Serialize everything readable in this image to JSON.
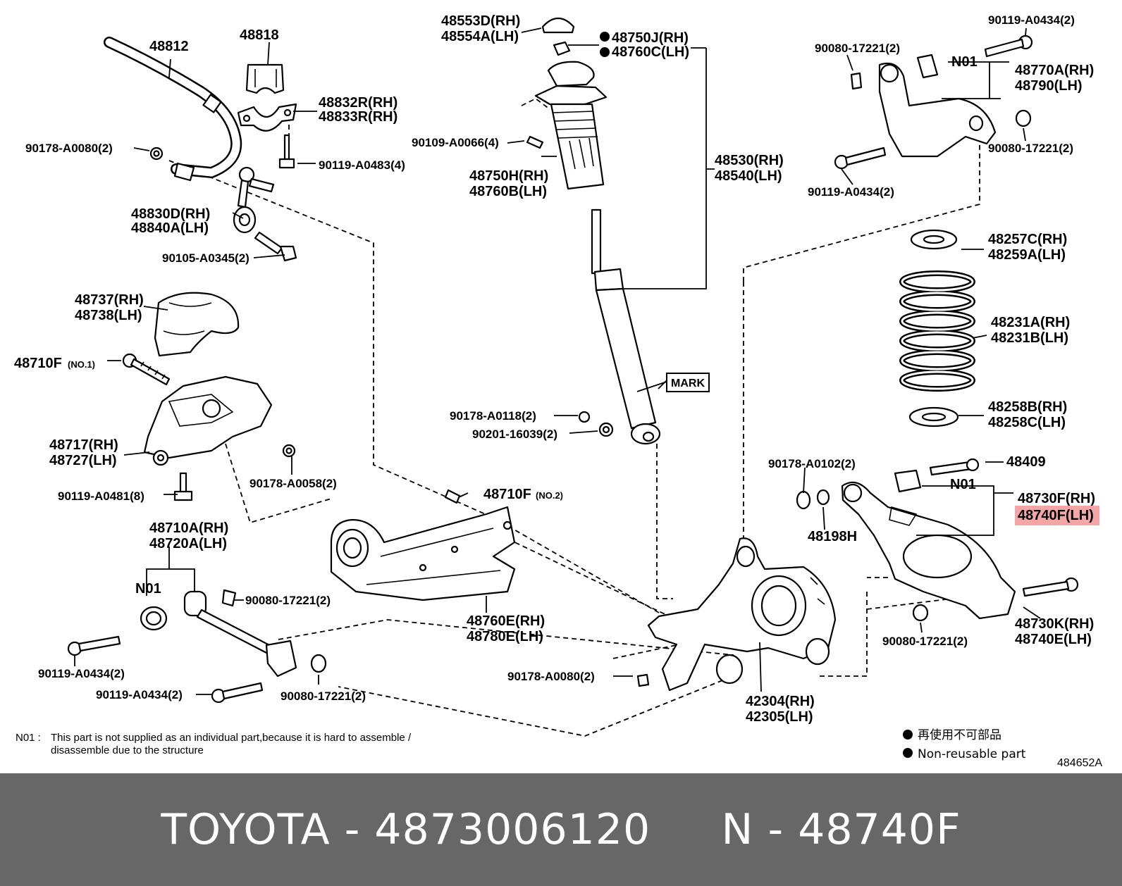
{
  "diagram": {
    "labels": {
      "p48812": "48812",
      "p48818": "48818",
      "p48832r": "48832R(RH)",
      "p48833r": "48833R(RH)",
      "p90178_a0080_top": "90178-A0080(2)",
      "p90119_a0483": "90119-A0483(4)",
      "p48830d": "48830D(RH)",
      "p48840a": "48840A(LH)",
      "p90105_a0345": "90105-A0345(2)",
      "p48737": "48737(RH)",
      "p48738": "48738(LH)",
      "p48710f": "48710F",
      "p48710f_no1": "(NO.1)",
      "p48717": "48717(RH)",
      "p48727": "48727(LH)",
      "p90178_a0058": "90178-A0058(2)",
      "p90119_a0481": "90119-A0481(8)",
      "p48710a": "48710A(RH)",
      "p48720a": "48720A(LH)",
      "n01_left": "N01",
      "p90080_left_a": "90080-17221(2)",
      "p90119_a0434_l1": "90119-A0434(2)",
      "p90119_a0434_l2": "90119-A0434(2)",
      "p90080_left_b": "90080-17221(2)",
      "p48553d": "48553D(RH)",
      "p48554a": "48554A(LH)",
      "p48750j": "48750J(RH)",
      "p48760c": "48760C(LH)",
      "p90109_a0066": "90109-A0066(4)",
      "p48750h": "48750H(RH)",
      "p48760b": "48760B(LH)",
      "p48530": "48530(RH)",
      "p48540": "48540(LH)",
      "mark": "MARK",
      "p90178_a0118": "90178-A0118(2)",
      "p90201_16039": "90201-16039(2)",
      "p48710f_2": "48710F",
      "p48710f_no2": "(NO.2)",
      "p48760e": "48760E(RH)",
      "p48780e": "48780E(LH)",
      "p90178_a0080_bot": "90178-A0080(2)",
      "p42304": "42304(RH)",
      "p42305": "42305(LH)",
      "p90119_a0434_tr": "90119-A0434(2)",
      "p90080_tr_a": "90080-17221(2)",
      "n01_tr": "N01",
      "p48770a": "48770A(RH)",
      "p48790": "48790(LH)",
      "p90080_tr_b": "90080-17221(2)",
      "p90119_a0434_tr2": "90119-A0434(2)",
      "p48257c": "48257C(RH)",
      "p48259a": "48259A(LH)",
      "p48231a": "48231A(RH)",
      "p48231b": "48231B(LH)",
      "p48258b": "48258B(RH)",
      "p48258c": "48258C(LH)",
      "p90178_a0102": "90178-A0102(2)",
      "p48409": "48409",
      "n01_br": "N01",
      "p48730f": "48730F(RH)",
      "p48740f": "48740F(LH)",
      "p48198h": "48198H",
      "p48730k": "48730K(RH)",
      "p48740e": "48740E(LH)",
      "p90080_br": "90080-17221(2)"
    },
    "note": {
      "prefix": "N01 :",
      "line1": "This part is not supplied as an individual part,because it is hard to assemble /",
      "line2": "disassemble due to the structure"
    },
    "legend": {
      "jp": "再使用不可部品",
      "en": "Non-reusable part"
    },
    "diagram_code": "484652A",
    "highlight_color": "#f4a6a6"
  },
  "footer": {
    "text": "TOYOTA - 4873006120     N - 48740F",
    "background": "#676767",
    "color": "#ffffff"
  }
}
